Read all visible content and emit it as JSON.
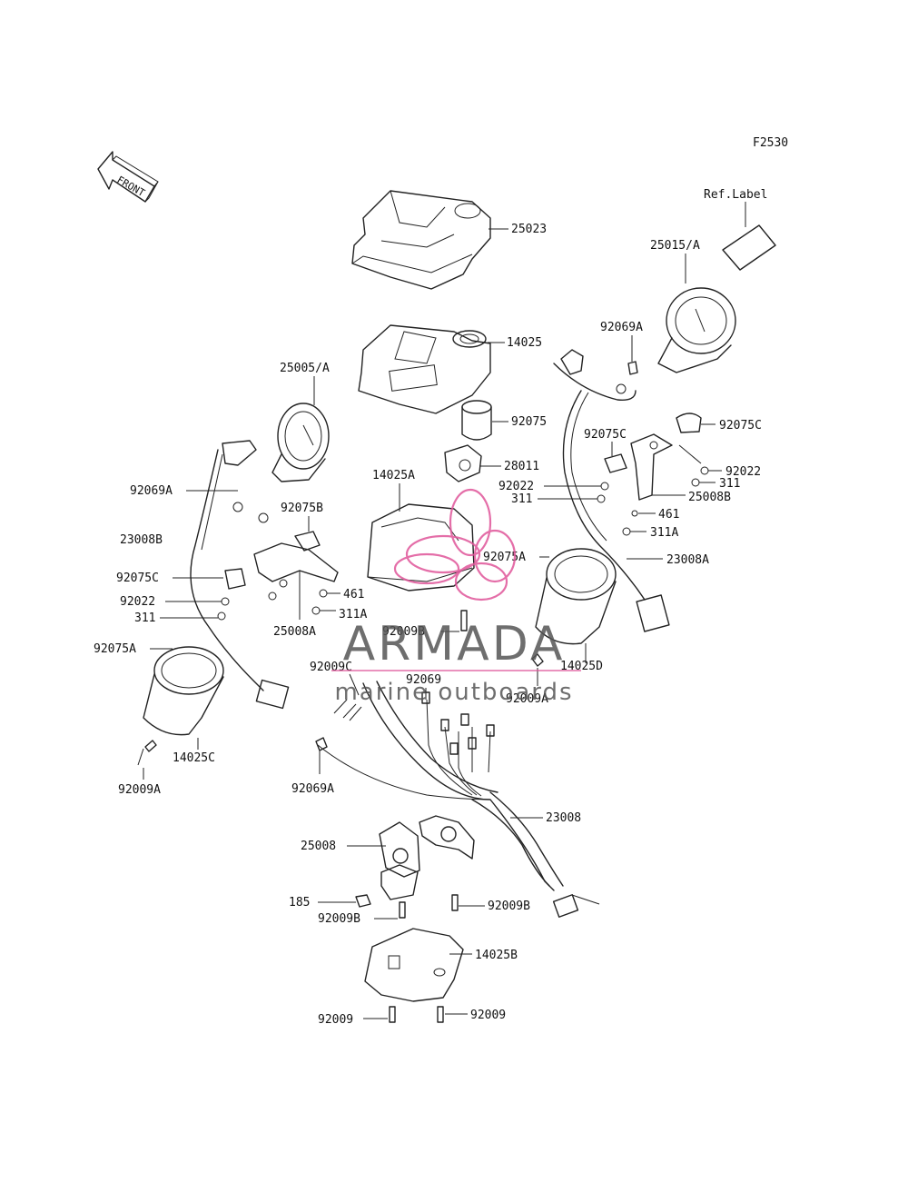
{
  "figure_code": "F2530",
  "front_label": "FRONT",
  "watermark": {
    "brand": "ARMADA",
    "tagline": "marine outboards",
    "accent_color": "#e0559a"
  },
  "parts": {
    "p25023": "25023",
    "p14025": "14025",
    "p92075": "92075",
    "p25005A": "25005/A",
    "p28011": "28011",
    "p14025A": "14025A",
    "p92022_r": "92022",
    "p311_r": "311",
    "p92069A_l": "92069A",
    "p23008B": "23008B",
    "p92075B": "92075B",
    "p92075C_l": "92075C",
    "p92022_l": "92022",
    "p311_l": "311",
    "p461_l": "461",
    "p311A_l": "311A",
    "p25008A": "25008A",
    "p92075A_l": "92075A",
    "p14025C": "14025C",
    "p92009A_l": "92009A",
    "p92009B_top": "92009B",
    "p92009C": "92009C",
    "p92069": "92069",
    "p92069A_b": "92069A",
    "p23008": "23008",
    "p25008": "25008",
    "p185": "185",
    "p92009B_l": "92009B",
    "p92009B_r": "92009B",
    "p14025B": "14025B",
    "p92009_l": "92009",
    "p92009_r": "92009",
    "refLabel": "Ref.Label",
    "p25015A": "25015/A",
    "p92069A_r": "92069A",
    "p92075C_r": "92075C",
    "p92075C_r2": "92075C",
    "p92022_r2": "92022",
    "p311_r2": "311",
    "p25008B": "25008B",
    "p461_r": "461",
    "p311A_r": "311A",
    "p92075A_r": "92075A",
    "p23008A": "23008A",
    "p14025D": "14025D",
    "p92009A_r": "92009A"
  }
}
